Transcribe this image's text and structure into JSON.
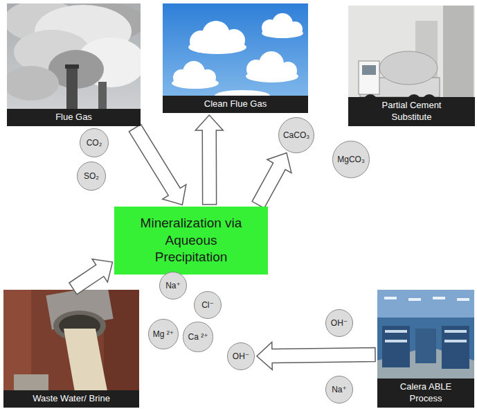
{
  "diagram": {
    "nodes": [
      {
        "text": [
          "Flue Gas"
        ]
      },
      {
        "text": [
          "Clean Flue Gas"
        ]
      },
      {
        "text": [
          "Partial Cement Substitute"
        ]
      },
      {
        "text": [
          "CO₂"
        ]
      },
      {
        "text": [
          "SO₂"
        ]
      },
      {
        "text": [
          "CaCO₃"
        ]
      },
      {
        "text": [
          "MgCO₃"
        ]
      },
      {
        "text": [
          "Mineralization via Aqueous Precipitation"
        ]
      },
      {
        "text": [
          "Na⁺"
        ]
      },
      {
        "text": [
          "Cl⁻"
        ]
      },
      {
        "text": [
          "Mg ²⁺"
        ]
      },
      {
        "text": [
          "Ca ²⁺"
        ]
      },
      {
        "text": [
          "OH⁻"
        ]
      },
      {
        "text": [
          "OH⁻"
        ]
      },
      {
        "text": [
          "Na⁺"
        ]
      },
      {
        "text": [
          "Waste Water/ Brine"
        ]
      },
      {
        "text": [
          "Calera ABLE Process"
        ]
      }
    ],
    "edges": [
      {
        "from": 0,
        "to": 7,
        "arrow": "to"
      },
      {
        "from": 7,
        "to": 1,
        "arrow": "to"
      },
      {
        "from": 7,
        "to": 5,
        "arrow": "to"
      },
      {
        "from": 15,
        "to": 7,
        "arrow": "to"
      },
      {
        "from": 16,
        "to": 12,
        "arrow": "to"
      }
    ]
  }
}
